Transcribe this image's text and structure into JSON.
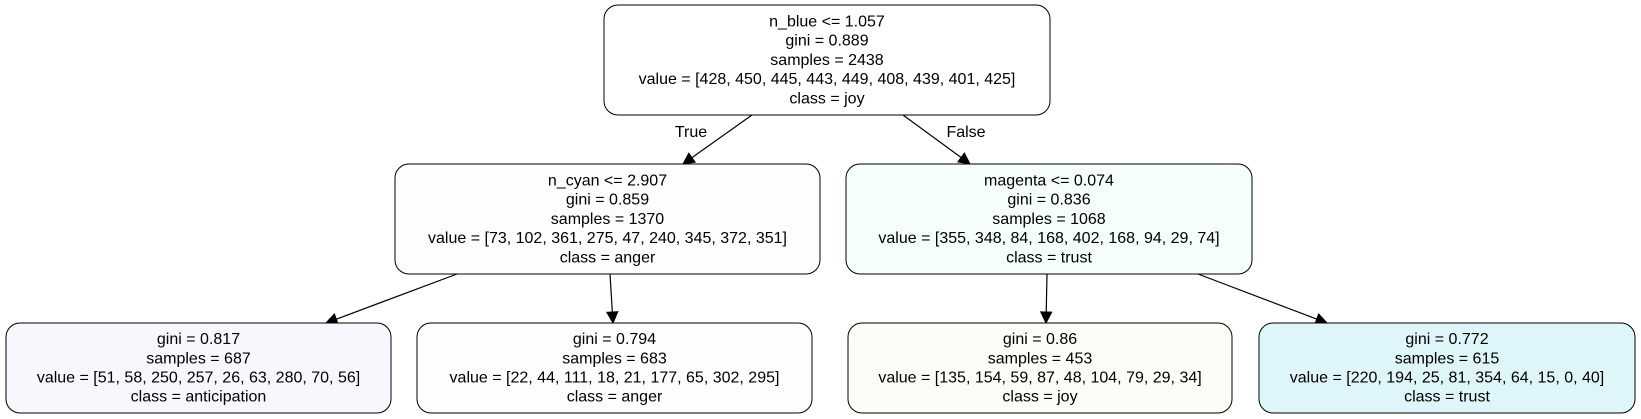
{
  "tree": {
    "nodes": [
      {
        "id": "root",
        "fill": "#ffffff",
        "lines": [
          "n_blue <= 1.057",
          "gini = 0.889",
          "samples = 2438",
          "value = [428, 450, 445, 443, 449, 408, 439, 401, 425]",
          "class = joy"
        ]
      },
      {
        "id": "left",
        "fill": "#fdfdfd",
        "lines": [
          "n_cyan <= 2.907",
          "gini = 0.859",
          "samples = 1370",
          "value = [73, 102, 361, 275, 47, 240, 345, 372, 351]",
          "class = anger"
        ]
      },
      {
        "id": "right",
        "fill": "#f6fdfd",
        "lines": [
          "magenta <= 0.074",
          "gini = 0.836",
          "samples = 1068",
          "value = [355, 348, 84, 168, 402, 168, 94, 29, 74]",
          "class = trust"
        ]
      },
      {
        "id": "leaf-1",
        "fill": "#f9f6fd",
        "lines": [
          "gini = 0.817",
          "samples = 687",
          "value = [51, 58, 250, 257, 26, 63, 280, 70, 56]",
          "class = anticipation"
        ]
      },
      {
        "id": "leaf-2",
        "fill": "#fdfdfd",
        "lines": [
          "gini = 0.794",
          "samples = 683",
          "value = [22, 44, 111, 18, 21, 177, 65, 302, 295]",
          "class = anger"
        ]
      },
      {
        "id": "leaf-3",
        "fill": "#fcfdf6",
        "lines": [
          "gini = 0.86",
          "samples = 453",
          "value = [135, 154, 59, 87, 48, 104, 79, 29, 34]",
          "class = joy"
        ]
      },
      {
        "id": "leaf-4",
        "fill": "#def5f9",
        "lines": [
          "gini = 0.772",
          "samples = 615",
          "value = [220, 194, 25, 81, 354, 64, 15, 0, 40]",
          "class = trust"
        ]
      }
    ],
    "edges": [
      {
        "from": "root",
        "to": "left",
        "label": "True"
      },
      {
        "from": "root",
        "to": "right",
        "label": "False"
      },
      {
        "from": "left",
        "to": "leaf-1",
        "label": ""
      },
      {
        "from": "left",
        "to": "leaf-2",
        "label": ""
      },
      {
        "from": "right",
        "to": "leaf-3",
        "label": ""
      },
      {
        "from": "right",
        "to": "leaf-4",
        "label": ""
      }
    ]
  }
}
